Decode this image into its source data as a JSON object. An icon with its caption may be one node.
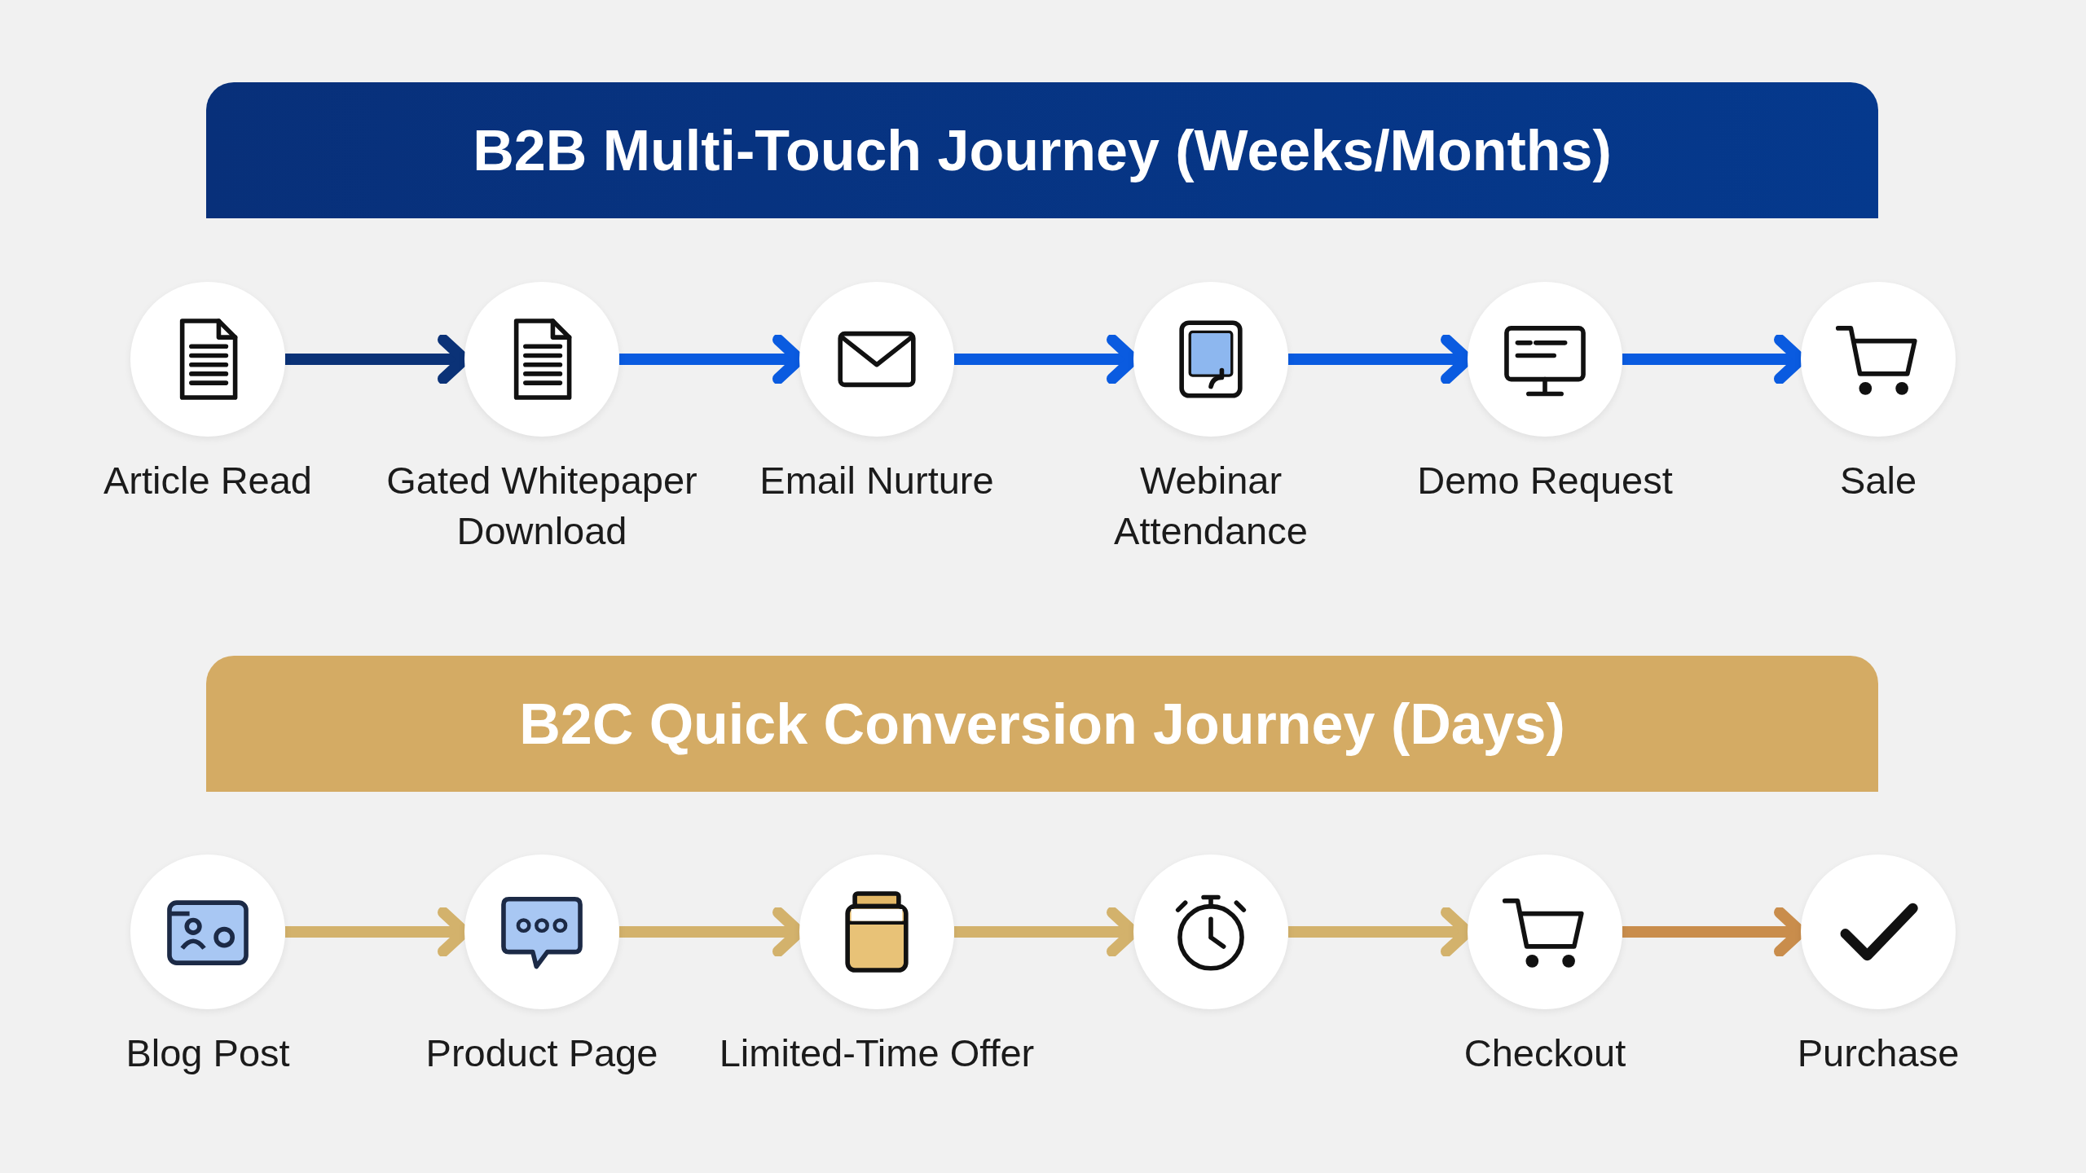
{
  "diagram": {
    "nodes": [
      {
        "text": [
          "B2B Multi-Touch Journey (Weeks/Months)"
        ]
      },
      {
        "text": [],
        "shape": "circle",
        "beside": [
          "Article Read"
        ]
      },
      {
        "text": [],
        "shape": "circle",
        "beside": [
          "Gated Whitepaper Download"
        ]
      },
      {
        "text": [],
        "shape": "circle",
        "beside": [
          "Email Nurture"
        ]
      },
      {
        "text": [],
        "shape": "circle",
        "beside": [
          "Webinar Attendance"
        ]
      },
      {
        "text": [],
        "shape": "circle",
        "beside": [
          "Demo Request"
        ]
      },
      {
        "text": [],
        "shape": "circle",
        "beside": [
          "Sale"
        ]
      },
      {
        "text": [
          "B2C Quick Conversion Journey (Days)"
        ]
      },
      {
        "text": [],
        "shape": "circle",
        "beside": [
          "Blog Post"
        ]
      },
      {
        "text": [],
        "shape": "circle",
        "beside": [
          "Product Page"
        ]
      },
      {
        "text": [],
        "shape": "circle",
        "beside": [
          "Limited-Time Offer"
        ]
      },
      {
        "text": [],
        "shape": "circle"
      },
      {
        "text": [],
        "shape": "circle",
        "beside": [
          "Checkout"
        ]
      },
      {
        "text": [],
        "shape": "circle",
        "beside": [
          "Purchase"
        ]
      }
    ],
    "edges": [
      {
        "from": 1,
        "to": 2,
        "arrow": "to",
        "color": "#0b3277"
      },
      {
        "from": 2,
        "to": 3,
        "arrow": "to",
        "color": "#0a5be0"
      },
      {
        "from": 3,
        "to": 4,
        "arrow": "to",
        "color": "#0a5be0"
      },
      {
        "from": 4,
        "to": 5,
        "arrow": "to",
        "color": "#0a5be0"
      },
      {
        "from": 5,
        "to": 6,
        "arrow": "to",
        "color": "#0a5be0"
      },
      {
        "from": 8,
        "to": 9,
        "arrow": "to",
        "color": "#d3b26c"
      },
      {
        "from": 9,
        "to": 10,
        "arrow": "to",
        "color": "#d3b26c"
      },
      {
        "from": 10,
        "to": 11,
        "arrow": "to",
        "color": "#d3b26c"
      },
      {
        "from": 11,
        "to": 12,
        "arrow": "to",
        "color": "#d3b26c"
      },
      {
        "from": 12,
        "to": 13,
        "arrow": "to",
        "color": "#c98d4c"
      }
    ]
  }
}
